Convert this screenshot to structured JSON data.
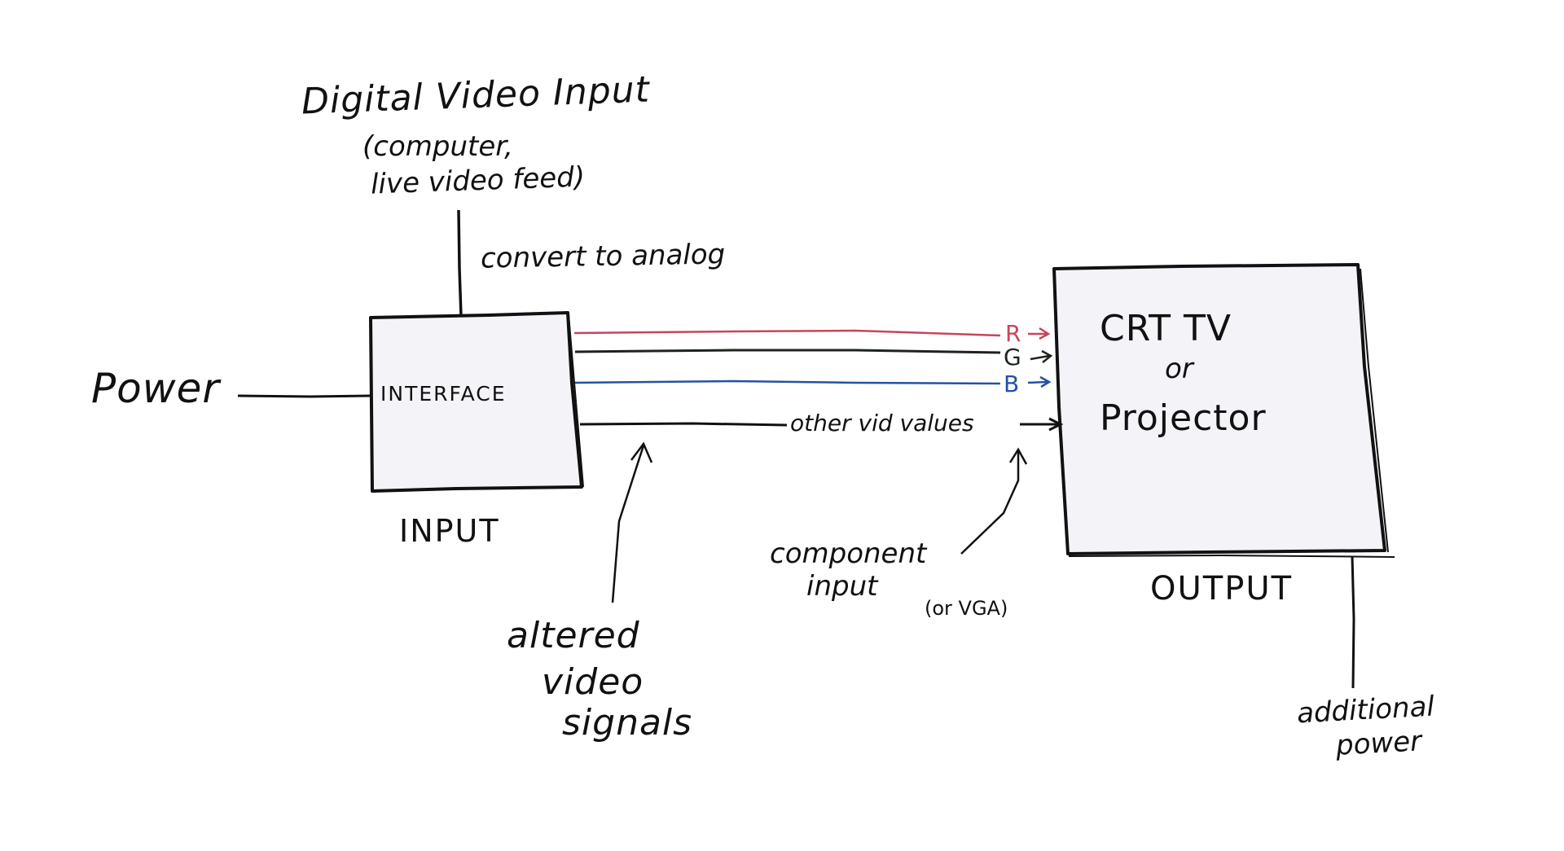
{
  "diagram": {
    "source": {
      "title": "Digital Video Input",
      "subtitle_line1": "(computer,",
      "subtitle_line2": "live video feed)",
      "edge_label": "convert to analog"
    },
    "power": {
      "label": "Power"
    },
    "interface_box": {
      "label": "INTERFACE",
      "caption": "INPUT"
    },
    "signals": [
      {
        "id": "r",
        "label": "R",
        "color": "#c8455a"
      },
      {
        "id": "g",
        "label": "G",
        "color": "#1c241c"
      },
      {
        "id": "b",
        "label": "B",
        "color": "#2452a3"
      },
      {
        "id": "other",
        "label": "other vid values",
        "color": "#111111"
      }
    ],
    "output_box": {
      "line1": "CRT TV",
      "line2": "or",
      "line3": "Projector",
      "caption": "OUTPUT"
    },
    "annotations": {
      "altered_line1": "altered",
      "altered_line2": "video",
      "altered_line3": "signals",
      "component_line1": "component",
      "component_line2": "input",
      "component_note": "(or VGA)",
      "additional_line1": "additional",
      "additional_line2": "power"
    },
    "colors": {
      "ink": "#111111",
      "box_fill": "#f3f3f8",
      "background": "#ffffff"
    }
  }
}
